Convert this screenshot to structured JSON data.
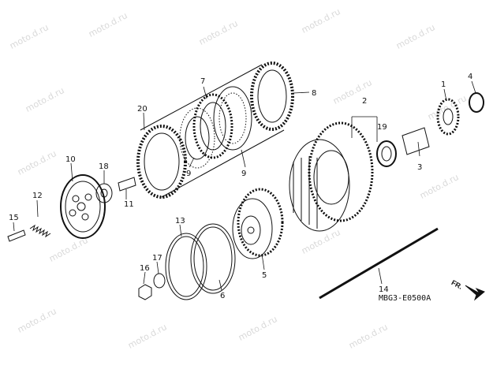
{
  "watermark_text": "moto.d.ru",
  "diagram_code": "MBG3-E0500A",
  "direction_label": "FR.",
  "part_numbers": [
    "1",
    "2",
    "3",
    "4",
    "5",
    "6",
    "7",
    "8",
    "9",
    "9",
    "10",
    "11",
    "12",
    "13",
    "14",
    "15",
    "16",
    "17",
    "18",
    "19",
    "20"
  ]
}
